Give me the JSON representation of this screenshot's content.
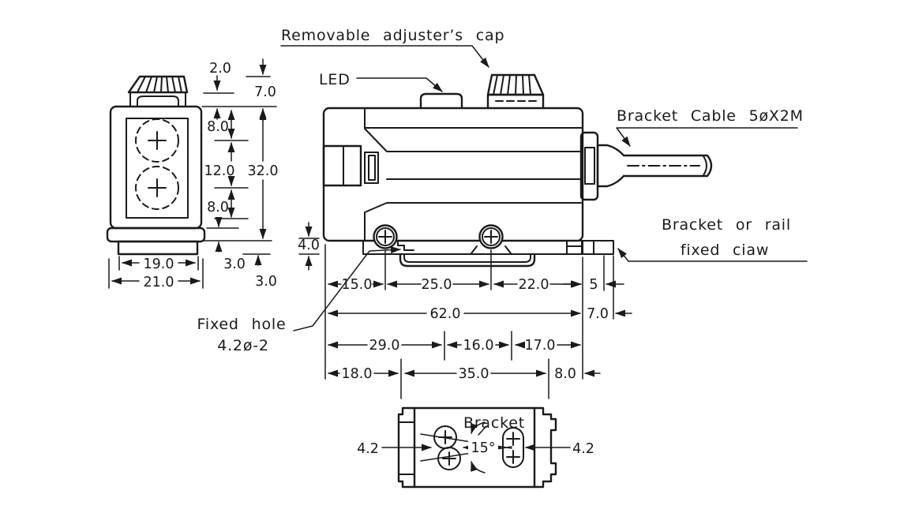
{
  "ink": "#1a1a1a",
  "background": "#ffffff",
  "labels": {
    "removable_cap": "Removable adjuster’s cap",
    "led": "LED",
    "bracket_cable": "Bracket Cable 5øX2M",
    "bracket_rail_1": "Bracket or rail",
    "bracket_rail_2": "fixed ciaw",
    "fixed_hole_1": "Fixed hole",
    "fixed_hole_2": "4.2ø-2",
    "bracket_bottom": "Bracket"
  },
  "front_dims": {
    "neck_height": "2.0",
    "cap_height": "7.0",
    "top_to_lens": "8.0",
    "lens_pitch": "12.0",
    "body_height": "32.0",
    "lens_to_bottom": "8.0",
    "collar_height": "3.0",
    "base_height": "3.0",
    "base_width": "19.0",
    "overall_width": "21.0"
  },
  "side_dims": {
    "seg_15": "15.0",
    "seg_25": "25.0",
    "seg_22": "22.0",
    "seg_5": "5",
    "overall_62": "62.0",
    "claw_7": "7.0",
    "seg_29": "29.0",
    "seg_16": "16.0",
    "seg_17": "17.0",
    "seg_18": "18.0",
    "seg_35": "35.0",
    "seg_8": "8.0",
    "foot_4": "4.0"
  },
  "bottom_dims": {
    "slot_left": "4.2",
    "slot_right": "4.2",
    "angle": "15°"
  }
}
